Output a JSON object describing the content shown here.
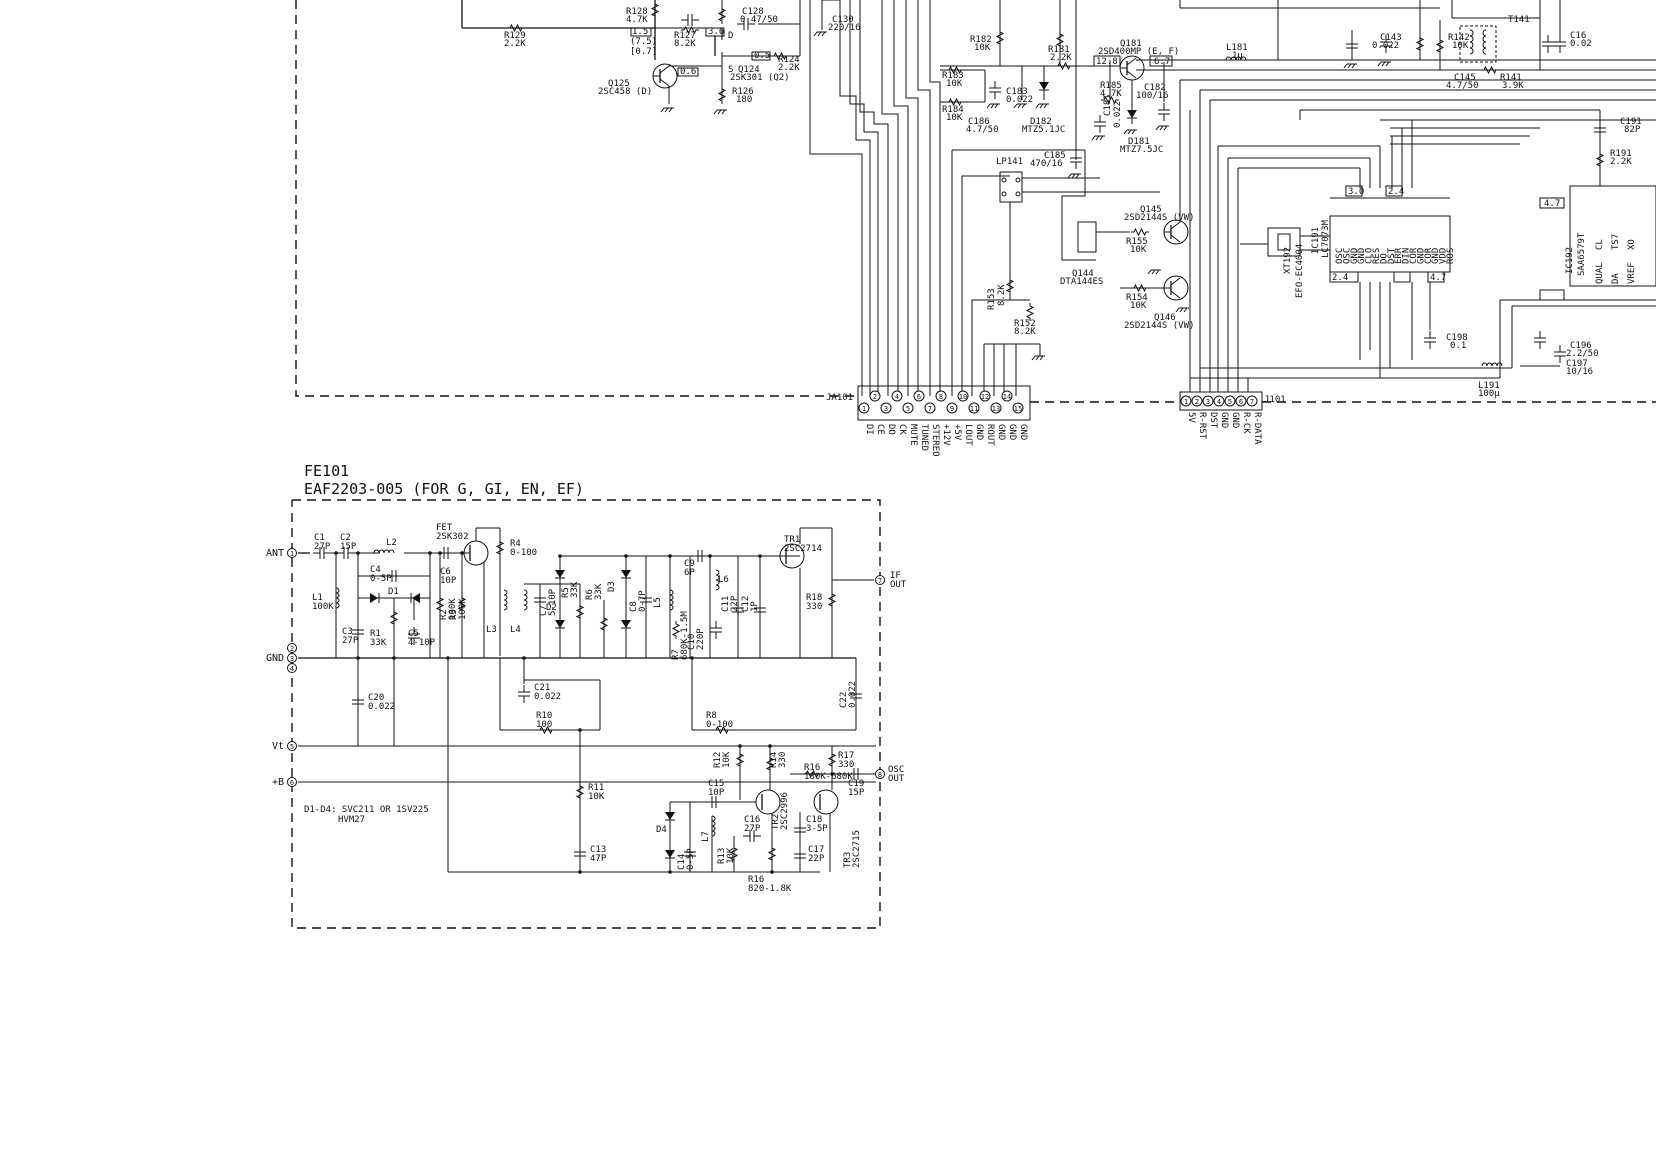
{
  "fe_block": {
    "ref": "FE101",
    "model": "EAF2203-005 (FOR G, GI, EN, EF)",
    "note_line1": "D1-D4: SVC211 OR 1SV225",
    "note_line2": "HVM27",
    "ports": {
      "ant": "ANT",
      "gnd": "GND",
      "vt": "Vt",
      "b": "+B",
      "if_out": "IF OUT",
      "osc_out": "OSC OUT"
    },
    "ports_split": {
      "if_1": "IF",
      "if_2": "OUT",
      "osc_1": "OSC",
      "osc_2": "OUT"
    },
    "pin_numbers": {
      "ant": "1",
      "gnd1": "2",
      "gnd2": "3",
      "gnd3": "4",
      "vt": "5",
      "b": "6",
      "if_out": "7",
      "osc_out": "8"
    },
    "components": [
      {
        "ref": "C1",
        "value": "27P"
      },
      {
        "ref": "C2",
        "value": "15P"
      },
      {
        "ref": "L2",
        "value": ""
      },
      {
        "ref": "C4",
        "value": "0-5P"
      },
      {
        "ref": "D1",
        "value": ""
      },
      {
        "ref": "L1",
        "value": "100K"
      },
      {
        "ref": "C3",
        "value": "27P"
      },
      {
        "ref": "R1",
        "value": "33K"
      },
      {
        "ref": "C5",
        "value": "4-10P"
      },
      {
        "ref": "C6",
        "value": "10P"
      },
      {
        "ref": "R2",
        "value": "100K"
      },
      {
        "ref": "R3",
        "value": "100K"
      },
      {
        "ref": "FET",
        "value": "2SK302"
      },
      {
        "ref": "R4",
        "value": "0-100"
      },
      {
        "ref": "L3",
        "value": ""
      },
      {
        "ref": "L4",
        "value": ""
      },
      {
        "ref": "C7",
        "value": "5-10P"
      },
      {
        "ref": "D2",
        "value": ""
      },
      {
        "ref": "R5",
        "value": "33K"
      },
      {
        "ref": "R6",
        "value": "33K"
      },
      {
        "ref": "D3",
        "value": ""
      },
      {
        "ref": "C8",
        "value": "0-7P"
      },
      {
        "ref": "C9",
        "value": "6P"
      },
      {
        "ref": "L5",
        "value": ""
      },
      {
        "ref": "L6",
        "value": ""
      },
      {
        "ref": "R7",
        "value": "680K-1.5M"
      },
      {
        "ref": "C10",
        "value": "220P"
      },
      {
        "ref": "C11",
        "value": "22P"
      },
      {
        "ref": "C12",
        "value": "1P"
      },
      {
        "ref": "TR1",
        "value": "2SC2714"
      },
      {
        "ref": "R18",
        "value": "330"
      },
      {
        "ref": "C20",
        "value": "0.022"
      },
      {
        "ref": "C21",
        "value": "0.022"
      },
      {
        "ref": "C22",
        "value": "0.022"
      },
      {
        "ref": "R10",
        "value": "100"
      },
      {
        "ref": "R8",
        "value": "0-100"
      },
      {
        "ref": "R12",
        "value": "10K"
      },
      {
        "ref": "R14",
        "value": "330"
      },
      {
        "ref": "R16",
        "value": "180K-680K"
      },
      {
        "ref": "R17",
        "value": "330"
      },
      {
        "ref": "C19",
        "value": "15P"
      },
      {
        "ref": "R11",
        "value": "10K"
      },
      {
        "ref": "C15",
        "value": "10P"
      },
      {
        "ref": "D4",
        "value": ""
      },
      {
        "ref": "L7",
        "value": ""
      },
      {
        "ref": "C16",
        "value": "27P"
      },
      {
        "ref": "TR2",
        "value": "2SC2996"
      },
      {
        "ref": "C18",
        "value": "3-5P"
      },
      {
        "ref": "TR3",
        "value": "2SC2715"
      },
      {
        "ref": "C13",
        "value": "47P"
      },
      {
        "ref": "C14",
        "value": "0-5P"
      },
      {
        "ref": "R13",
        "value": "10K"
      },
      {
        "ref": "C17",
        "value": "22P"
      },
      {
        "ref": "R16",
        "value": "820-1.8K"
      }
    ]
  },
  "main_board": {
    "components": [
      {
        "ref": "R128",
        "value": "4.7K"
      },
      {
        "ref": "R129",
        "value": "2.2K"
      },
      {
        "ref": "R127",
        "value": "8.2K"
      },
      {
        "ref": "C128",
        "value": "0.47/50"
      },
      {
        "ref": "C130",
        "value": "220/16"
      },
      {
        "ref": "R124",
        "value": "2.2K"
      },
      {
        "ref": "Q124",
        "value": "2SK301 (Q2)"
      },
      {
        "ref": "Q125",
        "value": "2SC458 (D)"
      },
      {
        "ref": "R126",
        "value": "180"
      },
      {
        "ref": "R182",
        "value": "10K"
      },
      {
        "ref": "R183",
        "value": "10K"
      },
      {
        "ref": "R184",
        "value": "10K"
      },
      {
        "ref": "C183",
        "value": "0.022"
      },
      {
        "ref": "C186",
        "value": "4.7/50"
      },
      {
        "ref": "D182",
        "value": "MTZ5.1JC"
      },
      {
        "ref": "R181",
        "value": "2.2K"
      },
      {
        "ref": "Q181",
        "value": "2SD400MP (E, F)"
      },
      {
        "ref": "R185",
        "value": "4.7K"
      },
      {
        "ref": "C182",
        "value": "100/16"
      },
      {
        "ref": "C181",
        "value": "0.022"
      },
      {
        "ref": "D181",
        "value": "MTZ7.5JC"
      },
      {
        "ref": "C185",
        "value": "470/16"
      },
      {
        "ref": "LP141",
        "value": ""
      },
      {
        "ref": "Q145",
        "value": "2SD2144S (VW)"
      },
      {
        "ref": "R155",
        "value": "10K"
      },
      {
        "ref": "Q144",
        "value": "DTA144ES"
      },
      {
        "ref": "R154",
        "value": "10K"
      },
      {
        "ref": "Q146",
        "value": "2SD2144S (VW)"
      },
      {
        "ref": "R153",
        "value": "8.2K"
      },
      {
        "ref": "R152",
        "value": "8.2K"
      },
      {
        "ref": "L181",
        "value": "1µ"
      },
      {
        "ref": "C143",
        "value": "0.022"
      },
      {
        "ref": "R142",
        "value": "10K"
      },
      {
        "ref": "C145",
        "value": "4.7/50"
      },
      {
        "ref": "R141",
        "value": "3.9K"
      },
      {
        "ref": "T141",
        "value": ""
      },
      {
        "ref": "C16",
        "value": "0.02"
      },
      {
        "ref": "C191",
        "value": "82P"
      },
      {
        "ref": "R191",
        "value": "2.2K"
      },
      {
        "ref": "XT192",
        "value": "EFO-EC4004"
      },
      {
        "ref": "IC191",
        "value": "LC7073M"
      },
      {
        "ref": "IC192",
        "value": "SAA6579T"
      },
      {
        "ref": "C198",
        "value": "0.1"
      },
      {
        "ref": "C196",
        "value": "2.2/50"
      },
      {
        "ref": "C197",
        "value": "10/16"
      },
      {
        "ref": "L191",
        "value": "100µ"
      }
    ],
    "voltages": [
      "1.5",
      "(7.5)",
      "[0.7]",
      "3.6",
      "0.5",
      "0.6",
      "12.8",
      "6.7",
      "3.0",
      "2.4",
      "2.4",
      "4.7"
    ],
    "ic191_pins": [
      "OSC",
      "OSC",
      "GND",
      "GND",
      "CLO",
      "RES",
      "DO",
      "DST",
      "ERR",
      "DIN",
      "COR",
      "GND",
      "COR",
      "GND",
      "VDD",
      "ROS"
    ],
    "ic192_pins": [
      "CL",
      "TS7",
      "XO",
      "QUAL",
      "DA",
      "VREF"
    ],
    "ja101": {
      "ref": "JA101",
      "pins": [
        "1",
        "2",
        "3",
        "4",
        "5",
        "6",
        "7",
        "8",
        "9",
        "10",
        "11",
        "12",
        "13",
        "14",
        "15"
      ],
      "labels": [
        "DI",
        "CE",
        "DO",
        "CK",
        "MUTE",
        "TUNED",
        "STEREO",
        "+12V",
        "+5V",
        "LOUT",
        "GND",
        "ROUT",
        "GND",
        "GND",
        "GND"
      ]
    },
    "j101": {
      "ref": "J101",
      "pins": [
        "1",
        "2",
        "3",
        "4",
        "5",
        "6",
        "7"
      ],
      "labels": [
        "5V",
        "R-RST",
        "DST",
        "GND",
        "GND",
        "R-CK",
        "R-DATA"
      ]
    }
  }
}
